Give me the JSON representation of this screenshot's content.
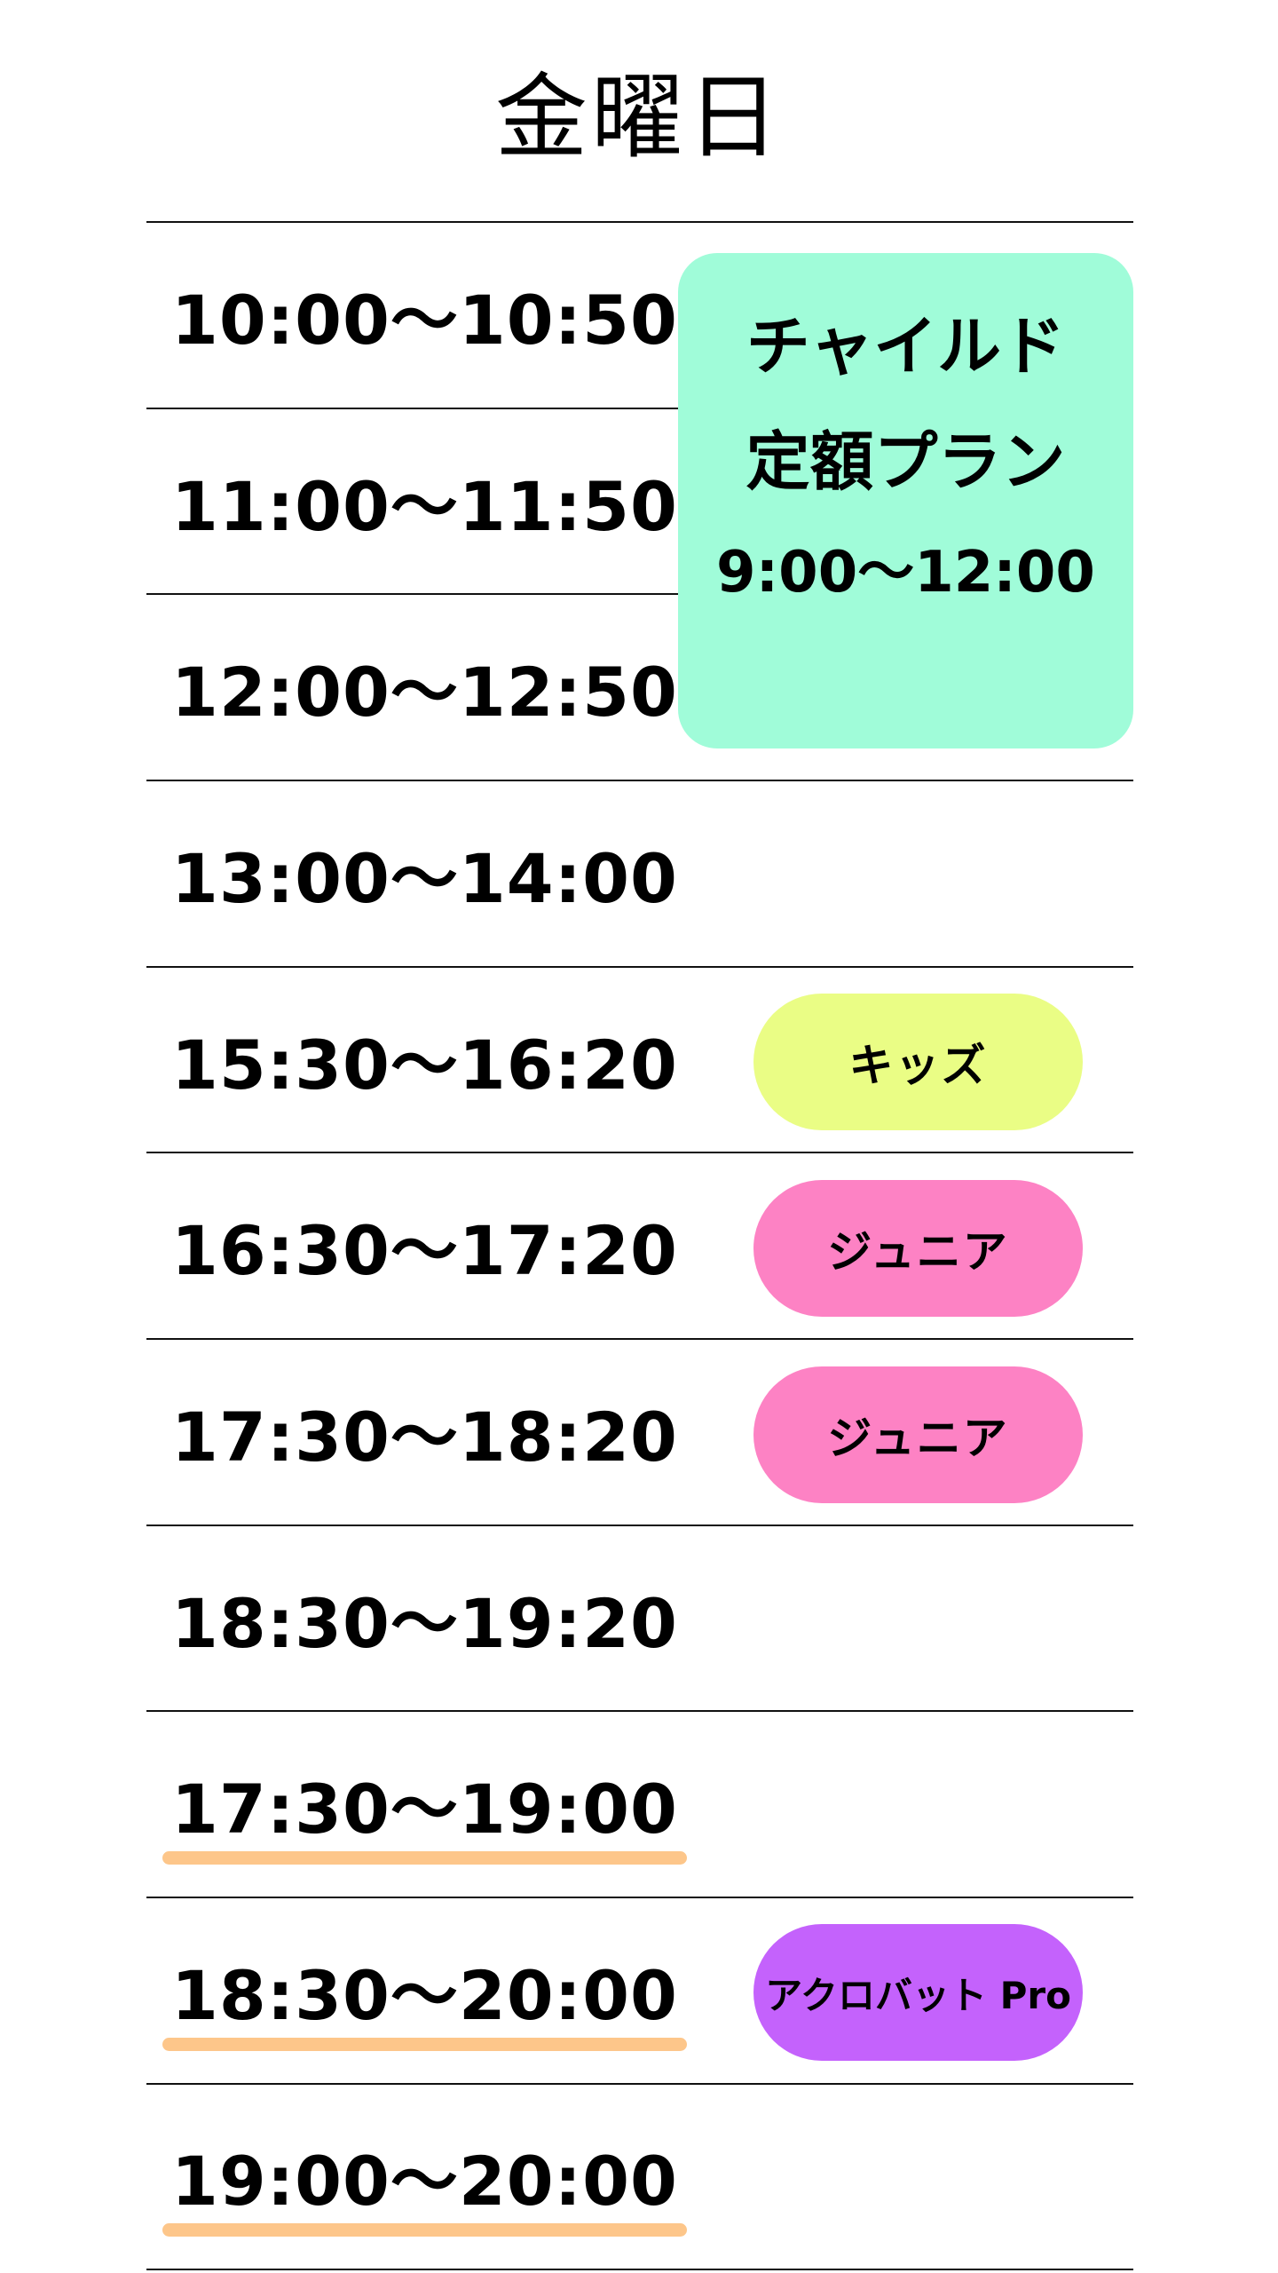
{
  "title": "金曜日",
  "rows": [
    {
      "time": "10:00〜10:50",
      "underline": false
    },
    {
      "time": "11:00〜11:50",
      "underline": false
    },
    {
      "time": "12:00〜12:50",
      "underline": false
    },
    {
      "time": "13:00〜14:00",
      "underline": false
    },
    {
      "time": "15:30〜16:20",
      "underline": false
    },
    {
      "time": "16:30〜17:20",
      "underline": false
    },
    {
      "time": "17:30〜18:20",
      "underline": false
    },
    {
      "time": "18:30〜19:20",
      "underline": false
    },
    {
      "time": "17:30〜19:00",
      "underline": true
    },
    {
      "time": "18:30〜20:00",
      "underline": true
    },
    {
      "time": "19:00〜20:00",
      "underline": true
    }
  ],
  "child_plan": {
    "line1": "チャイルド",
    "line2": "定額プラン",
    "line3": "9:00〜12:00",
    "color": "#a0fcd9"
  },
  "classes": [
    {
      "row": 4,
      "label": "キッズ",
      "color": "#eafd85"
    },
    {
      "row": 5,
      "label": "ジュニア",
      "color": "#fd82c4"
    },
    {
      "row": 6,
      "label": "ジュニア",
      "color": "#fd82c4"
    },
    {
      "row": 9,
      "label": "アクロバット Pro",
      "color": "#c462fc"
    }
  ],
  "colors": {
    "divider": "#111111",
    "underline": "#fdc68a"
  }
}
